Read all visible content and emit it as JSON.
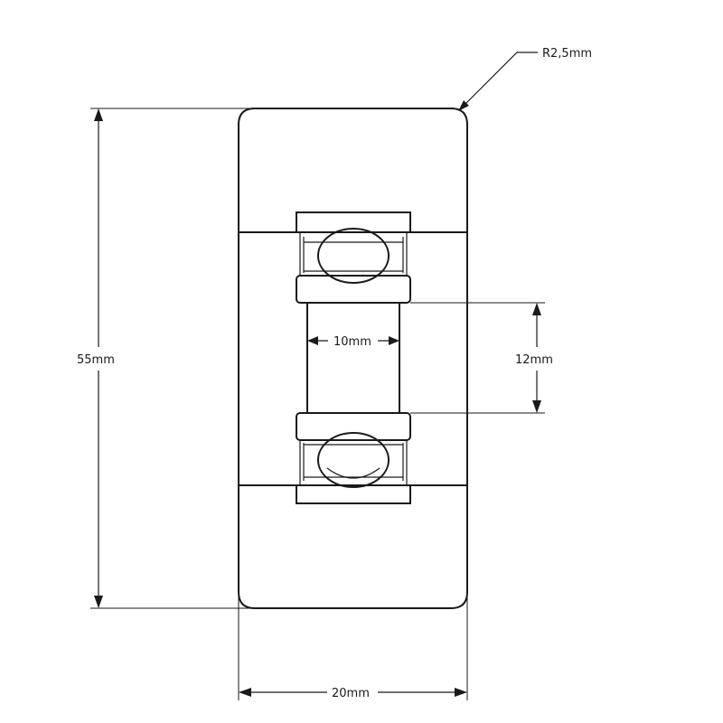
{
  "drawing": {
    "dimensions": {
      "radius": "R2,5mm",
      "height": "55mm",
      "width": "20mm",
      "bore": "10mm",
      "inner_diameter": "12mm"
    },
    "colors": {
      "line": "#1a1a1a",
      "background": "#ffffff"
    }
  }
}
